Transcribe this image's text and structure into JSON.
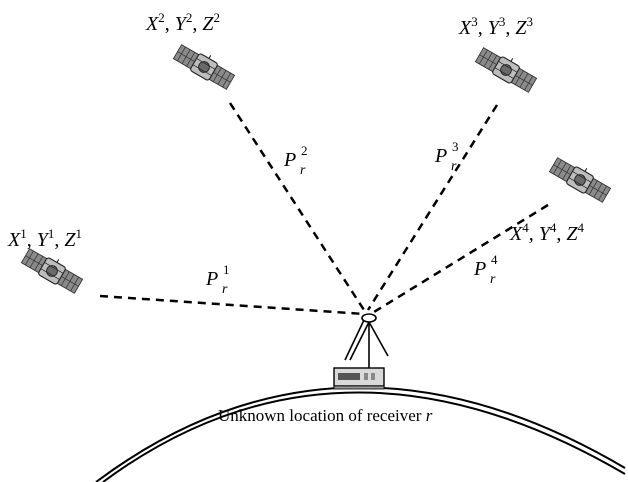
{
  "satellites": [
    {
      "id": "sat1",
      "coords": {
        "x": "X",
        "y": "Y",
        "z": "Z"
      },
      "index": "1",
      "range_label": {
        "symbol": "P",
        "sub": "r",
        "sup": "1"
      }
    },
    {
      "id": "sat2",
      "coords": {
        "x": "X",
        "y": "Y",
        "z": "Z"
      },
      "index": "2",
      "range_label": {
        "symbol": "P",
        "sub": "r",
        "sup": "2"
      }
    },
    {
      "id": "sat3",
      "coords": {
        "x": "X",
        "y": "Y",
        "z": "Z"
      },
      "index": "3",
      "range_label": {
        "symbol": "P",
        "sub": "r",
        "sup": "3"
      }
    },
    {
      "id": "sat4",
      "coords": {
        "x": "X",
        "y": "Y",
        "z": "Z"
      },
      "index": "4",
      "range_label": {
        "symbol": "P",
        "sub": "r",
        "sup": "4"
      }
    }
  ],
  "receiver": {
    "caption_text": "Unknown location of receiver ",
    "caption_var": "r"
  },
  "icons": {
    "satellite": "satellite-icon",
    "receiver": "receiver-box-icon",
    "antenna": "antenna-icon",
    "earth": "earth-arc"
  },
  "colors": {
    "ink": "#000000",
    "panel": "#8a8a8a",
    "panel_dark": "#4a4a4a"
  }
}
